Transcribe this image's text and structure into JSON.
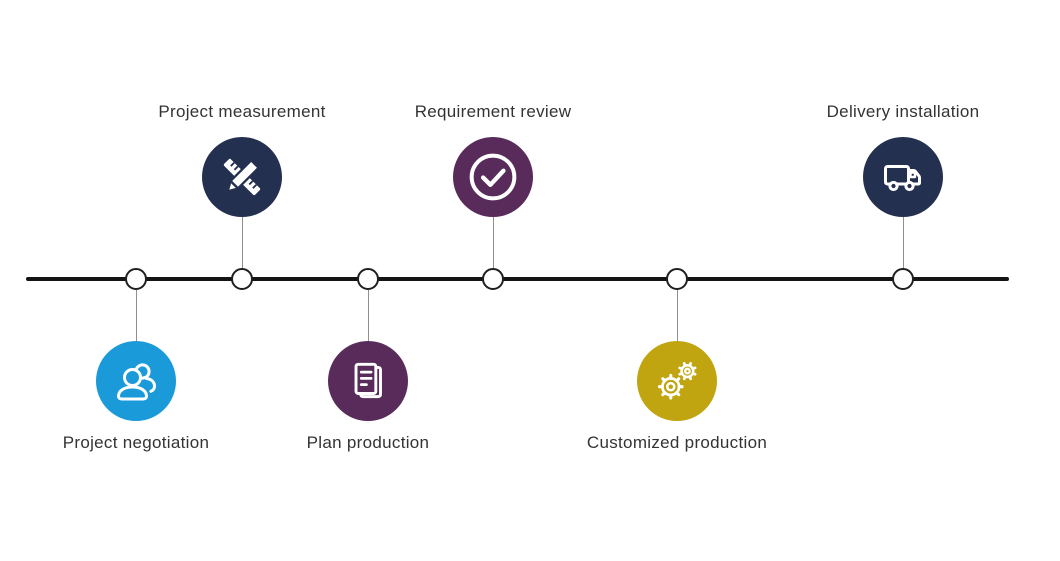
{
  "page": {
    "background": "#ffffff"
  },
  "timeline": {
    "color": "#141414",
    "connector_color": "#8f8f8f",
    "node_fill": "#ffffff",
    "node_border": "#1f1f1f"
  },
  "label_color": "#333333",
  "milestones": [
    {
      "id": "project-negotiation",
      "label": "Project negotiation",
      "side": "bottom",
      "color": "#1a9ad8",
      "icon": "people-icon"
    },
    {
      "id": "project-measurement",
      "label": "Project measurement",
      "side": "top",
      "color": "#24304f",
      "icon": "ruler-pencil-icon"
    },
    {
      "id": "plan-production",
      "label": "Plan production",
      "side": "bottom",
      "color": "#582b5a",
      "icon": "document-icon"
    },
    {
      "id": "requirement-review",
      "label": "Requirement review",
      "side": "top",
      "color": "#582b5a",
      "icon": "check-circle-icon"
    },
    {
      "id": "customized-production",
      "label": "Customized production",
      "side": "bottom",
      "color": "#c0a511",
      "icon": "gears-icon"
    },
    {
      "id": "delivery-installation",
      "label": "Delivery installation",
      "side": "top",
      "color": "#24304f",
      "icon": "truck-icon"
    }
  ]
}
